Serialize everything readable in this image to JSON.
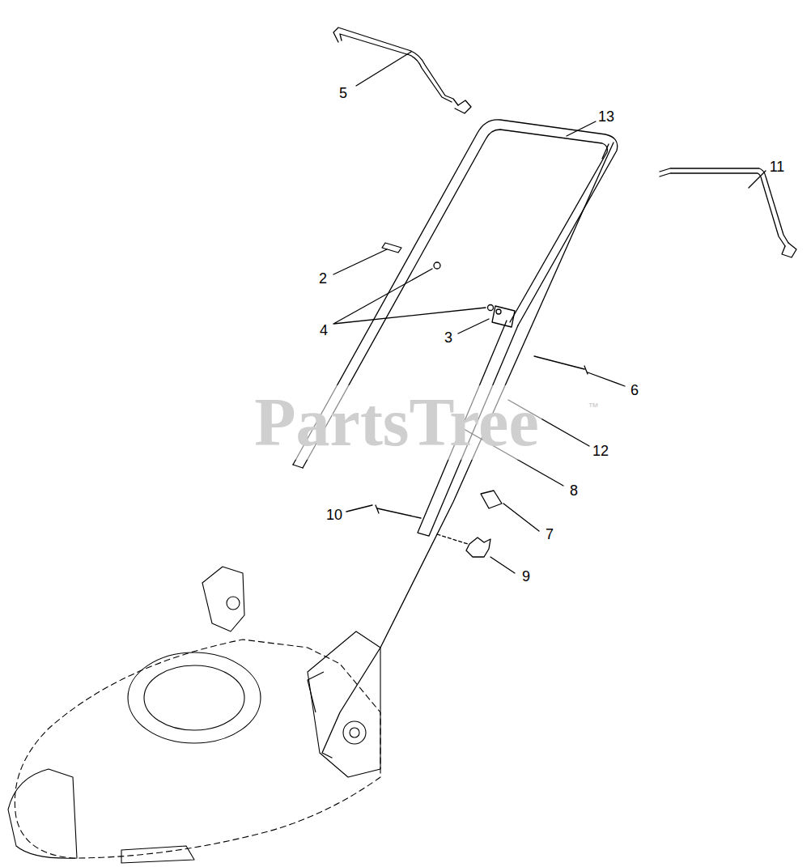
{
  "diagram": {
    "labels": [
      "5",
      "13",
      "11",
      "2",
      "4",
      "3",
      "6",
      "12",
      "8",
      "10",
      "7",
      "9",
      "PartsTree",
      "™"
    ]
  }
}
